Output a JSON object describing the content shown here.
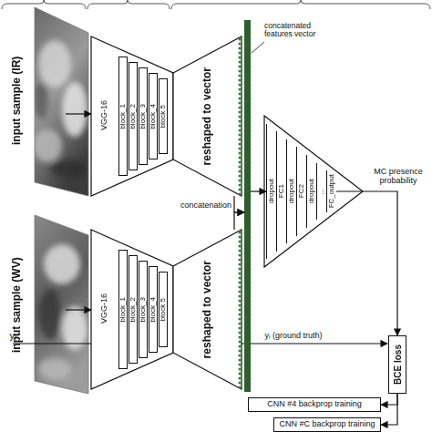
{
  "diagram": {
    "nodes": [
      {
        "text": [
          "VGG-16"
        ]
      },
      {
        "text": [
          "block_1"
        ],
        "in": 0
      },
      {
        "text": [
          "block_2"
        ],
        "in": 0
      },
      {
        "text": [
          "block_3"
        ],
        "in": 0
      },
      {
        "text": [
          "block_4"
        ],
        "in": 0
      },
      {
        "text": [
          "block 5"
        ],
        "in": 0
      },
      {
        "text": [
          "reshaped to vector"
        ]
      },
      {
        "text": [
          "VGG-16"
        ]
      },
      {
        "text": [
          "block_1"
        ],
        "in": 7
      },
      {
        "text": [
          "block_2"
        ],
        "in": 7
      },
      {
        "text": [
          "block_3"
        ],
        "in": 7
      },
      {
        "text": [
          "block_4"
        ],
        "in": 7
      },
      {
        "text": [
          "block 5"
        ],
        "in": 7
      },
      {
        "text": [
          "reshaped to vector"
        ]
      },
      {
        "text": [
          "concatenated features vector"
        ]
      },
      {
        "text": [
          "dropout"
        ]
      },
      {
        "text": [
          "FC1"
        ]
      },
      {
        "text": [
          "dropout"
        ]
      },
      {
        "text": [
          "FC2"
        ]
      },
      {
        "text": [
          "dropout"
        ]
      },
      {
        "text": [
          "..."
        ]
      },
      {
        "text": [
          "FC_output"
        ]
      },
      {
        "text": [
          "BCE loss"
        ]
      },
      {
        "text": [
          "CNN #4 backprop training"
        ]
      },
      {
        "text": [
          "CNN #C backprop training"
        ]
      }
    ],
    "edges": [
      {
        "from": 6,
        "to": 14,
        "arrow": "to"
      },
      {
        "from": 13,
        "to": 14,
        "label": "concatenation",
        "arrow": "to"
      },
      {
        "from": 14,
        "to": 15,
        "arrow": "to"
      },
      {
        "from": 21,
        "to": 22,
        "arrow": "to"
      },
      {
        "from": 22,
        "to": 23,
        "arrow": "to"
      },
      {
        "from": 22,
        "to": 24,
        "arrow": "to"
      }
    ],
    "labels": [
      "input sample (IR)",
      "input sample (WV)",
      "MC presence probability",
      "yᵢ",
      "yᵢ (ground truth)"
    ]
  }
}
